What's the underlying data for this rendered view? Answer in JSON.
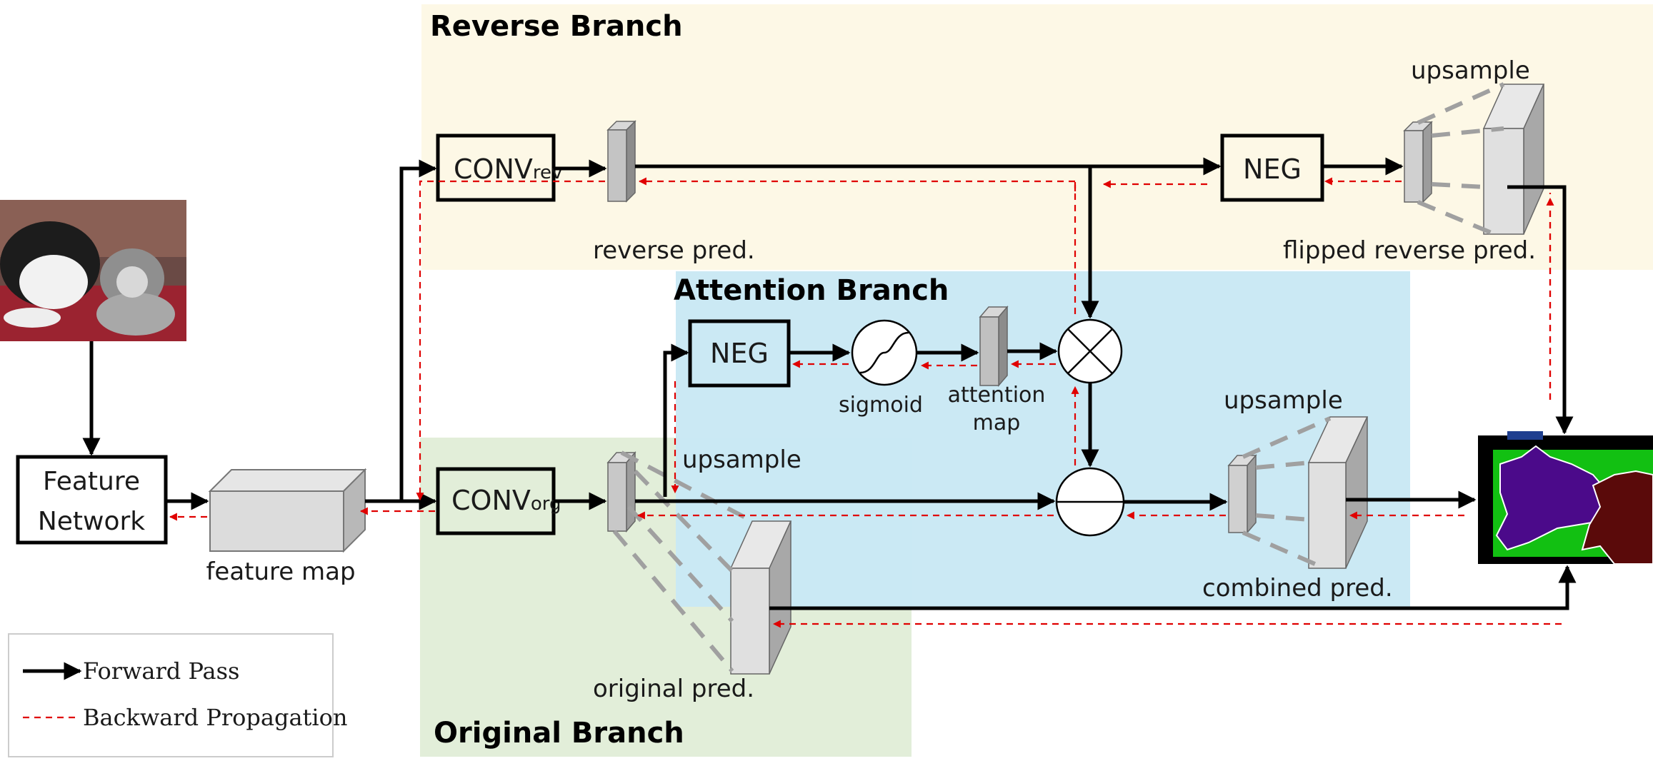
{
  "branches": {
    "reverse": "Reverse Branch",
    "attention": "Attention Branch",
    "original": "Original Branch"
  },
  "boxes": {
    "feature_network_line1": "Feature",
    "feature_network_line2": "Network",
    "conv_rev_main": "CONV",
    "conv_rev_sub": "rev",
    "conv_org_main": "CONV",
    "conv_org_sub": "org",
    "neg_top": "NEG",
    "neg_attention": "NEG"
  },
  "labels": {
    "feature_map": "feature map",
    "reverse_pred": "reverse  pred.",
    "flipped_reverse_pred": "flipped reverse   pred.",
    "upsample_top": "upsample",
    "upsample_combined": "upsample",
    "upsample_original": "upsample",
    "sigmoid": "sigmoid",
    "attention_map_line1": "attention",
    "attention_map_line2": "map",
    "combined_pred": "combined  pred.",
    "original_pred": "original pred."
  },
  "legend": {
    "forward": "Forward Pass",
    "backward": "Backward Propagation"
  },
  "colors": {
    "reverse_bg": "#fdf8e6",
    "attention_bg": "#cbe9f4",
    "original_bg": "#e2eed9",
    "backward_arrow": "#e00000",
    "forward_arrow": "#000000"
  }
}
